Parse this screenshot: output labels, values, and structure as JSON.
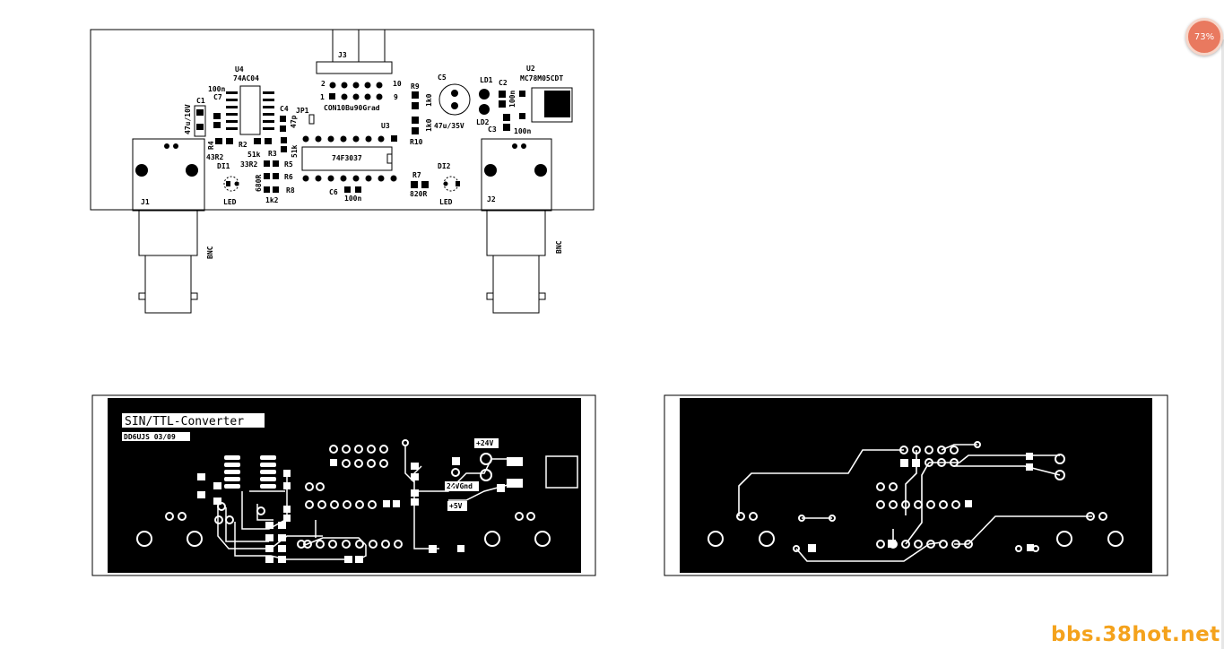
{
  "viewer": {
    "zoom": "73%"
  },
  "watermark": "bbs.38hot.net",
  "placement": {
    "connector_j3": "J3",
    "header_pins": {
      "pin2": "2",
      "pin10": "10",
      "pin1": "1",
      "pin9": "9",
      "name": "CON10Bu90Grad"
    },
    "u3": "U3",
    "u3_value": "74F3037",
    "u4": "U4",
    "u4_value": "74AC04",
    "c1": "C1",
    "c1_value": "47u/10V",
    "c7": "C7",
    "c7_value": "100n",
    "c4": "C4",
    "c4_value": "47p",
    "jp1": "JP1",
    "r2": "R2",
    "r2_value": "51k",
    "r3": "R3",
    "r3_value": "51k",
    "r4": "R4",
    "r4_value": "43R2",
    "r5": "R5",
    "r5_value": "33R2",
    "r6": "R6",
    "r6_value": "680R",
    "r8": "R8",
    "r8_value": "1k2",
    "di1": "DI1",
    "led1": "LED",
    "j1": "J1",
    "bnc1": "BNC",
    "c6": "C6",
    "c6_value": "100n",
    "r9": "R9",
    "r9_value": "1k0",
    "r10": "R10",
    "r10_value": "1k0",
    "c5": "C5",
    "c5_value": "47u/35V",
    "r7": "R7",
    "r7_value": "820R",
    "di2": "DI2",
    "led2": "LED",
    "ld1": "LD1",
    "ld2": "LD2",
    "c2": "C2",
    "c2_value": "100n",
    "c3": "C3",
    "c3_value": "100n",
    "u2": "U2",
    "u2_value": "MC78M05CDT",
    "j2": "J2",
    "bnc2": "BNC"
  },
  "top_copper": {
    "title": "SIN/TTL-Converter",
    "version": "DD6UJS 03/09",
    "label_24v": "+24V",
    "label_24vgnd": "24VGnd",
    "label_5v": "+5V"
  },
  "colors": {
    "board_fill": "#000000",
    "outline": "#000000",
    "watermark": "#f4a21c",
    "zoom_badge": "#e9795f"
  }
}
